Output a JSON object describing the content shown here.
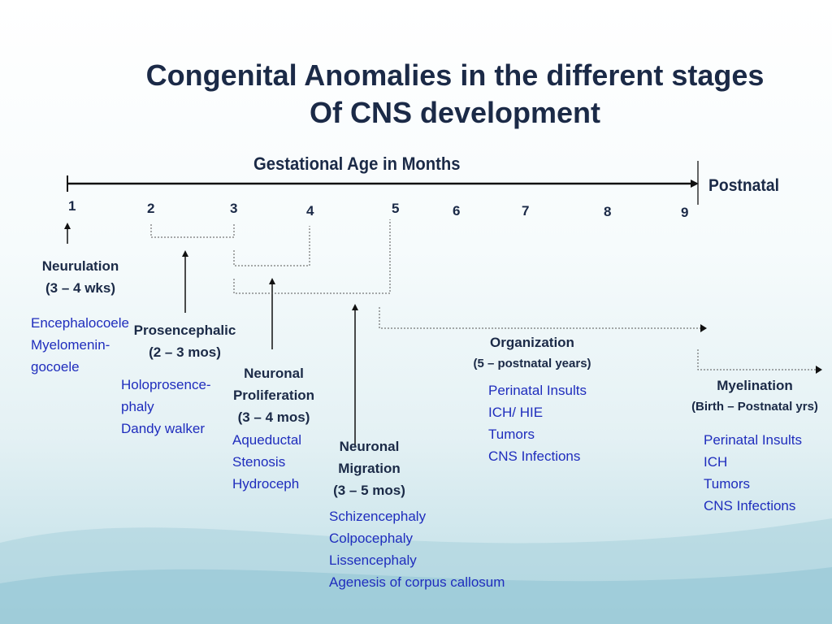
{
  "slide": {
    "title_line1": "Congenital Anomalies in the different stages",
    "title_line2": "Of CNS development"
  },
  "timeline": {
    "title": "Gestational Age in Months",
    "postnatal_label": "Postnatal",
    "ticks": [
      "1",
      "2",
      "3",
      "4",
      "5",
      "6",
      "7",
      "8",
      "9"
    ]
  },
  "stages": {
    "neurulation": {
      "name": "Neurulation",
      "period": "(3 – 4 wks)",
      "anomalies": [
        "Encephalocoele",
        "Myelomenin-",
        "gocoele"
      ]
    },
    "prosencephalic": {
      "name": "Prosencephalic",
      "period": "(2 – 3 mos)",
      "anomalies": [
        "Holoprosence-",
        "phaly",
        "Dandy walker"
      ]
    },
    "proliferation": {
      "name_line1": "Neuronal",
      "name_line2": "Proliferation",
      "period": "(3 – 4 mos)",
      "anomalies": [
        "Aqueductal",
        "Stenosis",
        "Hydroceph"
      ]
    },
    "migration": {
      "name_line1": "Neuronal",
      "name_line2": "Migration",
      "period": "(3 – 5 mos)",
      "anomalies": [
        "Schizencephaly",
        "Colpocephaly",
        "Lissencephaly",
        "Agenesis of corpus callosum"
      ]
    },
    "organization": {
      "name": "Organization",
      "period": "(5 – postnatal years)",
      "anomalies": [
        "Perinatal Insults",
        "ICH/ HIE",
        "Tumors",
        "CNS Infections"
      ]
    },
    "myelination": {
      "name": "Myelination",
      "period": "(Birth – Postnatal yrs)",
      "anomalies": [
        "Perinatal Insults",
        "ICH",
        "Tumors",
        "CNS Infections"
      ]
    }
  },
  "colors": {
    "heading": "#1b2a47",
    "anomaly_text": "#1f2dbd",
    "background_bottom": "#bcdde6"
  }
}
